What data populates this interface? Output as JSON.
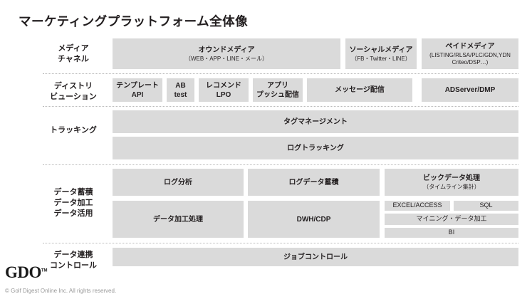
{
  "page_title": "マーケティングプラットフォーム全体像",
  "rows": [
    {
      "label": "メディア\nチャネル",
      "cells": [
        {
          "main": "オウンドメディア",
          "sub": "（WEB・APP・LINE・メール）"
        },
        {
          "main": "ソーシャルメディア",
          "sub": "（FB・Twitter・LINE）"
        },
        {
          "main": "ペイドメディア",
          "sub": "(LISTING/RLSA/PLC/GDN,YDN\nCriteo/DSP…)"
        }
      ]
    },
    {
      "label": "ディストリ\nビューション",
      "cells": [
        {
          "main": "テンプレート\nAPI"
        },
        {
          "main": "AB\ntest"
        },
        {
          "main": "レコメンド\nLPO"
        },
        {
          "main": "アプリ\nプッシュ配信"
        },
        {
          "main": "メッセージ配信"
        },
        {
          "main": "ADServer/DMP"
        }
      ]
    },
    {
      "label": "トラッキング",
      "cells": [
        {
          "main": "タグマネージメント"
        },
        {
          "main": "ログトラッキング"
        }
      ]
    },
    {
      "label": "データ蓄積\nデータ加工\nデータ活用",
      "cells": [
        {
          "main": "ログ分析"
        },
        {
          "main": "ログデータ蓄積"
        },
        {
          "main": "ビックデータ処理",
          "sub": "（タイムライン集計）"
        },
        {
          "main": "データ加工処理"
        },
        {
          "main": "DWH/CDP"
        },
        {
          "main": "EXCEL/ACCESS"
        },
        {
          "main": "SQL"
        },
        {
          "main": "マイニング・データ加工"
        },
        {
          "main": "BI"
        }
      ]
    },
    {
      "label": "データ連携\nコントロール",
      "cells": [
        {
          "main": "ジョブコントロール"
        }
      ]
    }
  ],
  "footer": {
    "logo": "GDO",
    "logo_tm": "TM",
    "copyright": "© Golf Digest Online Inc.  All rights reserved."
  },
  "colors": {
    "cell_fill": "#dadada",
    "text": "#231f20",
    "separator": "#b9b9b9",
    "copyright": "#9a9a9a"
  }
}
